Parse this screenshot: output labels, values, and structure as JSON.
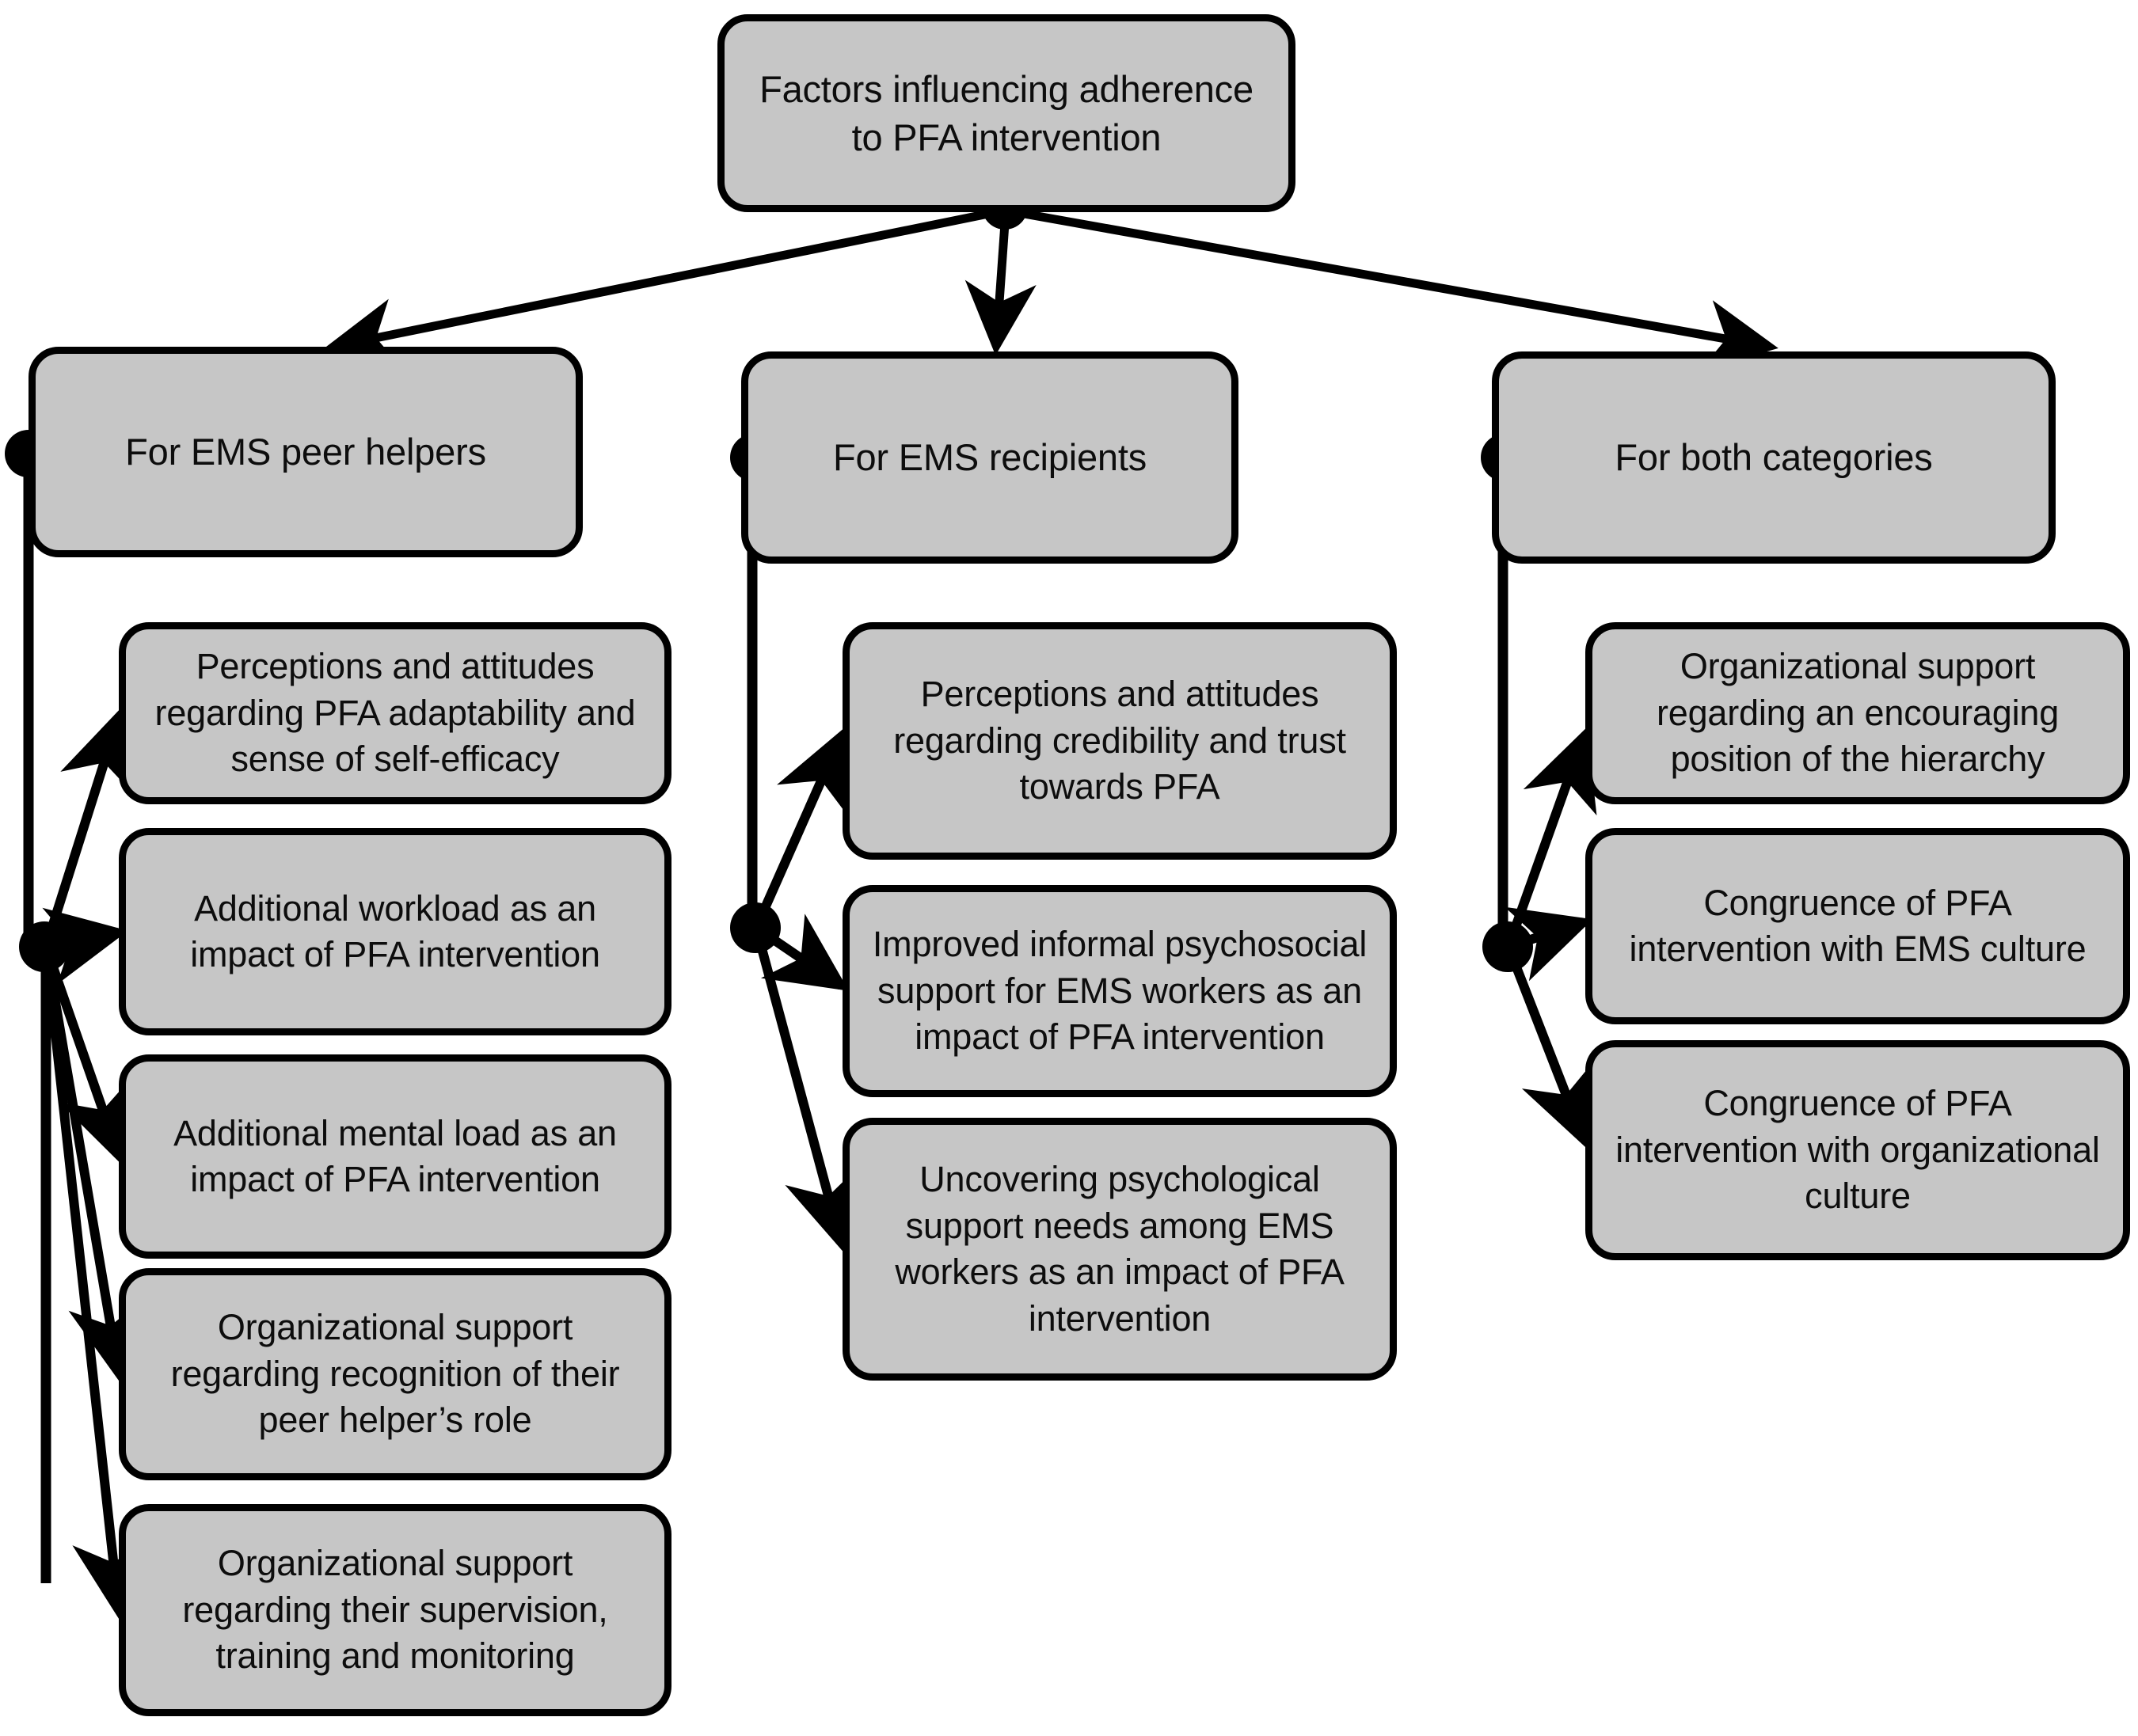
{
  "diagram": {
    "title_node": {
      "id": "root",
      "label": "Factors influencing adherence to PFA intervention"
    },
    "categories": [
      {
        "id": "peer-helpers",
        "label": "For EMS peer helpers",
        "items": [
          {
            "id": "ph-1",
            "label": "Perceptions and attitudes regarding PFA adaptability and sense of self-efficacy"
          },
          {
            "id": "ph-2",
            "label": "Additional workload as an impact of PFA intervention"
          },
          {
            "id": "ph-3",
            "label": "Additional mental load as an impact of PFA intervention"
          },
          {
            "id": "ph-4",
            "label": "Organizational support regarding recognition of their peer helper’s role"
          },
          {
            "id": "ph-5",
            "label": "Organizational support regarding their supervision, training and monitoring"
          }
        ]
      },
      {
        "id": "recipients",
        "label": "For EMS recipients",
        "items": [
          {
            "id": "re-1",
            "label": "Perceptions and attitudes regarding credibility and trust towards PFA"
          },
          {
            "id": "re-2",
            "label": "Improved informal psychosocial support for EMS workers as an impact of PFA intervention"
          },
          {
            "id": "re-3",
            "label": "Uncovering psychological support needs among EMS workers as an impact of PFA intervention"
          }
        ]
      },
      {
        "id": "both",
        "label": "For both categories",
        "items": [
          {
            "id": "bo-1",
            "label": "Organizational support regarding an encouraging position of the hierarchy"
          },
          {
            "id": "bo-2",
            "label": "Congruence of PFA intervention with EMS culture"
          },
          {
            "id": "bo-3",
            "label": "Congruence of PFA intervention with organizational culture"
          }
        ]
      }
    ],
    "style": {
      "node_fill": "#c6c6c6",
      "node_border": "#000000",
      "connector_color": "#000000",
      "text_color": "#0d0d0d",
      "background": "#ffffff"
    }
  }
}
